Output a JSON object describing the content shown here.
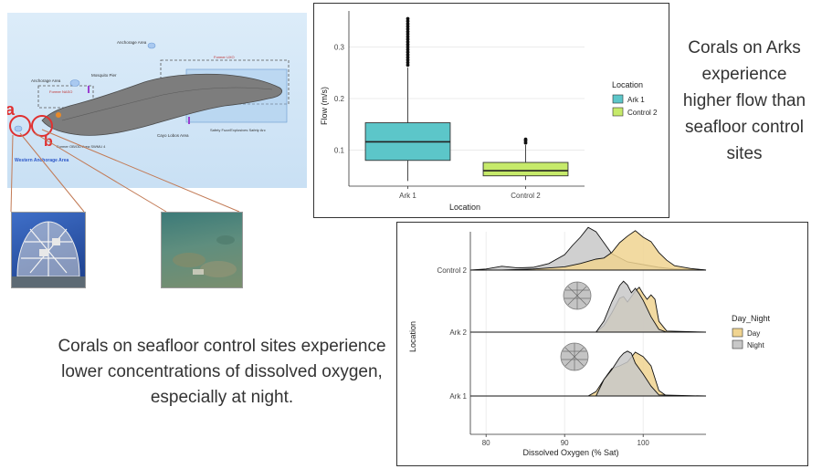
{
  "captions": {
    "right": "Corals on Arks experience higher flow than seafloor control sites",
    "left": "Corals on seafloor control sites experience lower concentrations of dissolved oxygen, especially at night."
  },
  "map": {
    "labels": {
      "anchorage_area_top": "Anchorage Area",
      "anchorage_area_left": "Anchorage Area",
      "mosquito_pier": "Mosquito Pier",
      "former_naso": "Former NASO",
      "former_uxo": "Former UXO",
      "cayo_lobos": "Cayo Lobos Area",
      "safety_zone": "Safety Fuzz/Explosives Safety Arc",
      "former_obod": "Former OB/OD Area SWMU 4",
      "western_anchorage": "Western Anchorage Area",
      "marker_a": "a",
      "marker_b": "b"
    }
  },
  "colors": {
    "ark1": "#5cc6c9",
    "control2": "#c6ea6a",
    "day": "#f0d490",
    "night": "#c8c8c8",
    "circle": "#e03030"
  },
  "chart_data": [
    {
      "type": "box",
      "title": "",
      "xlabel": "Location",
      "ylabel": "Flow (m/s)",
      "categories": [
        "Ark 1",
        "Control 2"
      ],
      "ylim": [
        0.03,
        0.37
      ],
      "yticks": [
        0.1,
        0.2,
        0.3
      ],
      "grid": true,
      "legend": {
        "title": "Location",
        "position": "right",
        "entries": [
          "Ark 1",
          "Control 2"
        ]
      },
      "boxes": [
        {
          "name": "Ark 1",
          "q1": 0.08,
          "median": 0.116,
          "q3": 0.153,
          "whisker_low": 0.04,
          "whisker_high": 0.26,
          "outliers": [
            0.265,
            0.27,
            0.275,
            0.28,
            0.285,
            0.29,
            0.295,
            0.3,
            0.305,
            0.31,
            0.315,
            0.32,
            0.325,
            0.33,
            0.335,
            0.34,
            0.345,
            0.35,
            0.355
          ]
        },
        {
          "name": "Control 2",
          "q1": 0.05,
          "median": 0.06,
          "q3": 0.076,
          "whisker_low": 0.042,
          "whisker_high": 0.11,
          "outliers": [
            0.114,
            0.118,
            0.121
          ]
        }
      ]
    },
    {
      "type": "ridgeline",
      "title": "",
      "xlabel": "Dissolved Oxygen (% Sat)",
      "ylabel": "Location",
      "xlim": [
        78,
        108
      ],
      "xticks": [
        80,
        90,
        100
      ],
      "categories": [
        "Ark 1",
        "Ark 2",
        "Control 2"
      ],
      "legend": {
        "title": "Day_Night",
        "position": "right",
        "entries": [
          "Day",
          "Night"
        ]
      },
      "series": [
        {
          "location": "Control 2",
          "group": "Night",
          "points": [
            [
              78,
              0
            ],
            [
              80,
              0.02
            ],
            [
              82,
              0.07
            ],
            [
              84,
              0.04
            ],
            [
              86,
              0.05
            ],
            [
              88,
              0.12
            ],
            [
              90,
              0.28
            ],
            [
              91,
              0.45
            ],
            [
              92,
              0.6
            ],
            [
              93,
              0.78
            ],
            [
              94,
              0.7
            ],
            [
              95,
              0.5
            ],
            [
              96,
              0.3
            ],
            [
              98,
              0.15
            ],
            [
              100,
              0.1
            ],
            [
              102,
              0.05
            ],
            [
              104,
              0.02
            ],
            [
              106,
              0.02
            ],
            [
              108,
              0
            ]
          ]
        },
        {
          "location": "Control 2",
          "group": "Day",
          "points": [
            [
              78,
              0
            ],
            [
              82,
              0
            ],
            [
              86,
              0.02
            ],
            [
              90,
              0.06
            ],
            [
              92,
              0.12
            ],
            [
              94,
              0.2
            ],
            [
              95,
              0.22
            ],
            [
              96,
              0.32
            ],
            [
              97,
              0.5
            ],
            [
              98,
              0.62
            ],
            [
              99,
              0.72
            ],
            [
              100,
              0.6
            ],
            [
              101,
              0.52
            ],
            [
              102,
              0.32
            ],
            [
              103,
              0.18
            ],
            [
              104,
              0.08
            ],
            [
              106,
              0.03
            ],
            [
              108,
              0
            ]
          ]
        },
        {
          "location": "Ark 2",
          "group": "Day",
          "points": [
            [
              78,
              0
            ],
            [
              94,
              0
            ],
            [
              95,
              0.12
            ],
            [
              96,
              0.35
            ],
            [
              97,
              0.62
            ],
            [
              97.5,
              0.65
            ],
            [
              98,
              0.55
            ],
            [
              99,
              0.75
            ],
            [
              99.5,
              0.82
            ],
            [
              100,
              0.7
            ],
            [
              100.5,
              0.6
            ],
            [
              101,
              0.68
            ],
            [
              101.5,
              0.6
            ],
            [
              102,
              0.2
            ],
            [
              103,
              0.02
            ],
            [
              108,
              0
            ]
          ]
        },
        {
          "location": "Ark 2",
          "group": "Night",
          "points": [
            [
              78,
              0
            ],
            [
              94,
              0
            ],
            [
              95,
              0.2
            ],
            [
              96,
              0.55
            ],
            [
              97,
              0.85
            ],
            [
              97.5,
              0.93
            ],
            [
              98,
              0.86
            ],
            [
              98.5,
              0.72
            ],
            [
              99,
              0.8
            ],
            [
              99.5,
              0.7
            ],
            [
              100,
              0.58
            ],
            [
              101,
              0.28
            ],
            [
              102,
              0.05
            ],
            [
              103,
              0
            ],
            [
              108,
              0
            ]
          ]
        },
        {
          "location": "Ark 1",
          "group": "Day",
          "points": [
            [
              78,
              0
            ],
            [
              93,
              0
            ],
            [
              94,
              0.08
            ],
            [
              95,
              0.3
            ],
            [
              96,
              0.5
            ],
            [
              97,
              0.55
            ],
            [
              98,
              0.62
            ],
            [
              99,
              0.8
            ],
            [
              100,
              0.72
            ],
            [
              101,
              0.55
            ],
            [
              102,
              0.1
            ],
            [
              103,
              0
            ],
            [
              108,
              0
            ]
          ]
        },
        {
          "location": "Ark 1",
          "group": "Night",
          "points": [
            [
              78,
              0
            ],
            [
              94,
              0
            ],
            [
              95,
              0.3
            ],
            [
              96,
              0.48
            ],
            [
              97,
              0.7
            ],
            [
              97.5,
              0.78
            ],
            [
              98,
              0.82
            ],
            [
              98.5,
              0.78
            ],
            [
              99,
              0.6
            ],
            [
              100,
              0.4
            ],
            [
              101,
              0.18
            ],
            [
              102,
              0.02
            ],
            [
              108,
              0
            ]
          ]
        }
      ]
    }
  ]
}
